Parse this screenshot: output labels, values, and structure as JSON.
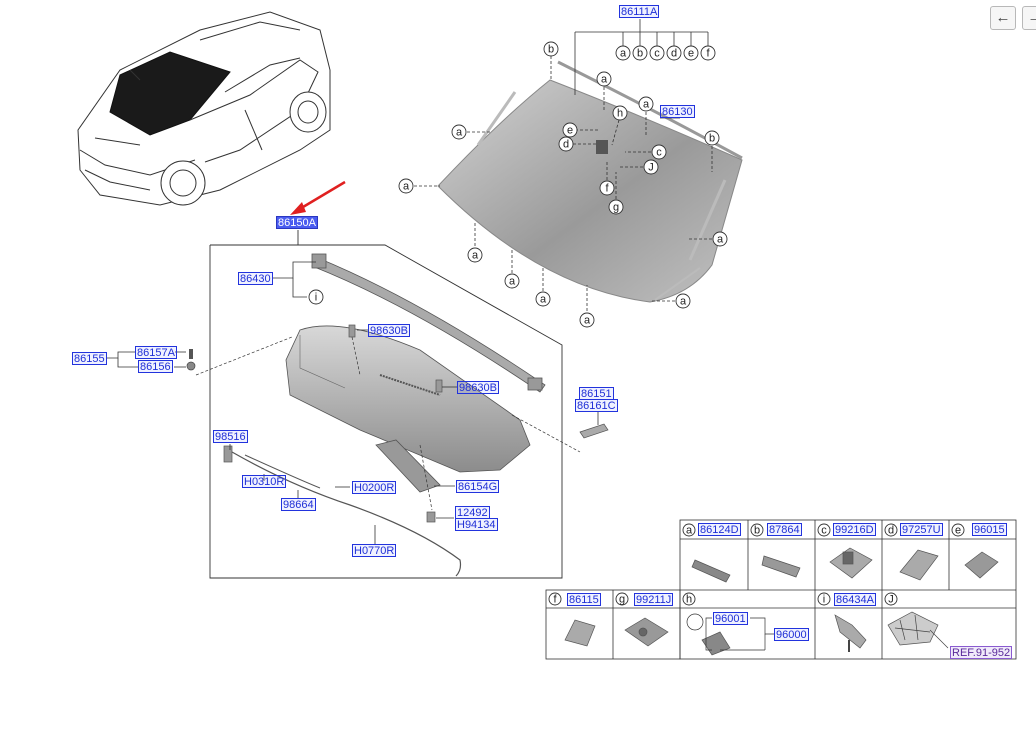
{
  "nav": {
    "back_icon": "arrow-left-icon",
    "next_icon": "arrow-right-icon",
    "back_glyph": "←",
    "next_glyph": "→"
  },
  "colors": {
    "link_text": "#1f2fd6",
    "link_border": "#2233dd",
    "selected_fill": "#4a5cf0",
    "pointer_arrow": "#e02020",
    "ref_text": "#5a2a9a"
  },
  "callouts": {
    "windshield_main": "86111A",
    "windshield_tape": "86130",
    "cowl_assembly": "86150A",
    "cowl_seal": "86430",
    "bolt": "86157A",
    "clip": "86156",
    "assembly_left": "86155",
    "fastener_upper": "98630B",
    "fastener_lower": "98630B",
    "side_cover": "86151",
    "side_cover_b": "86161C",
    "nozzle": "98516",
    "hose_a": "H0310R",
    "hose_b": "H0200R",
    "hose_c": "98664",
    "cowl_brace": "86154G",
    "grommet_a": "12492",
    "grommet_b": "H94134",
    "hose_d": "H0770R"
  },
  "letters": {
    "list": [
      "a",
      "b",
      "c",
      "d",
      "e",
      "f"
    ],
    "windshield_labels": [
      "a",
      "b",
      "c",
      "d",
      "e",
      "f",
      "g",
      "h",
      "j"
    ],
    "i": "i",
    "J": "J"
  },
  "parts_table": {
    "row1": [
      {
        "letter": "a",
        "part": "86124D"
      },
      {
        "letter": "b",
        "part": "87864"
      },
      {
        "letter": "c",
        "part": "99216D"
      },
      {
        "letter": "d",
        "part": "97257U"
      },
      {
        "letter": "e",
        "part": "96015"
      }
    ],
    "row2": [
      {
        "letter": "f",
        "part": "86115"
      },
      {
        "letter": "g",
        "part": "99211J"
      },
      {
        "letter": "h",
        "part": ""
      },
      {
        "letter": "i",
        "part": "86434A"
      },
      {
        "letter": "J",
        "part": ""
      }
    ],
    "h_sub": [
      "96001",
      "96000"
    ],
    "ref": "REF.91-952"
  }
}
